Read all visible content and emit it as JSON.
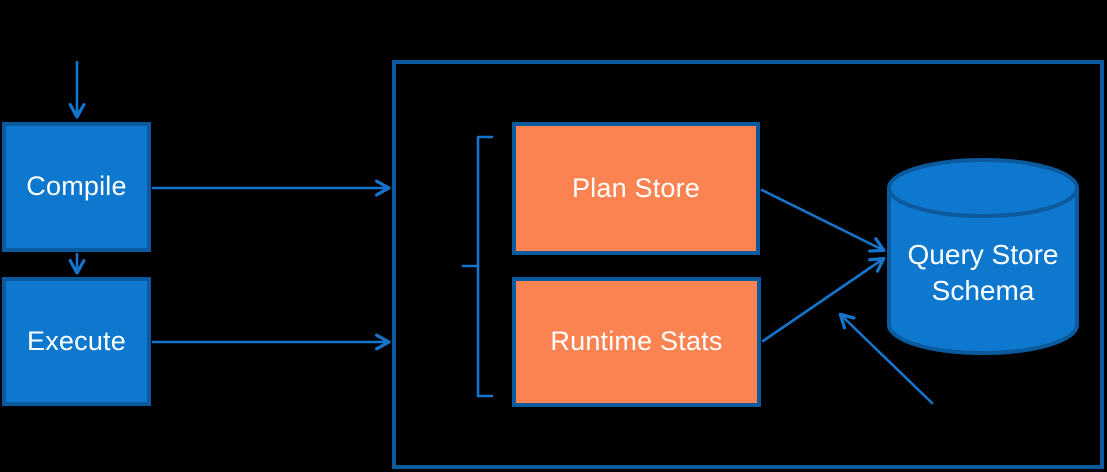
{
  "nodes": {
    "compile": {
      "label": "Compile"
    },
    "execute": {
      "label": "Execute"
    },
    "plan_store": {
      "label": "Plan Store"
    },
    "runtime_stats": {
      "label": "Runtime Stats"
    },
    "query_store_schema": {
      "label": "Query Store Schema"
    }
  },
  "colors": {
    "background": "#000000",
    "blue-fill": "#0d78cd",
    "border-blue": "#0b5a9e",
    "orange-fill": "#fa8351",
    "arrow-blue": "#1574cb",
    "text-white": "#ffffff"
  }
}
